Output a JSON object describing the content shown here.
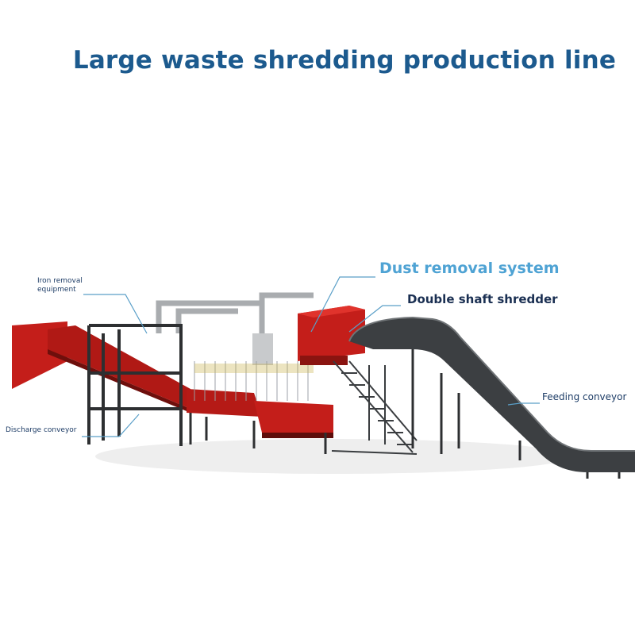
{
  "title": "Large waste shredding production line",
  "labels": {
    "iron_removal_line1": "Iron removal",
    "iron_removal_line2": "equipment",
    "dust_removal": "Dust removal system",
    "double_shaft": "Double shaft shredder",
    "feeding_conveyor": "Feeding conveyor",
    "discharge_conveyor": "Discharge conveyor"
  },
  "colors": {
    "title": "#1c5a8e",
    "dust_label": "#4fa3d4",
    "machine_red": "#c41e1a",
    "conveyor_dark": "#3a3d40",
    "leader_line": "#5a9fc8"
  }
}
